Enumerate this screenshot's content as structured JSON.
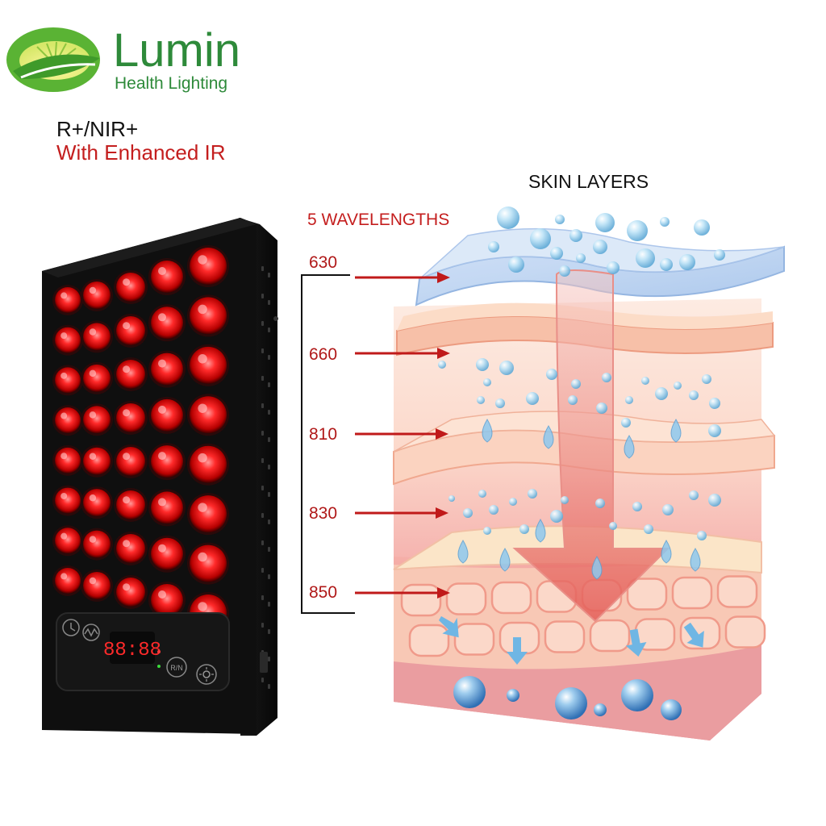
{
  "brand": {
    "name": "Lumin",
    "tagline": "Health Lighting",
    "logo_icon": "sunrise-leaf-logo",
    "color": "#2e8a3a"
  },
  "model": {
    "name": "R+/NIR+",
    "subtitle": "With Enhanced IR",
    "subtitle_color": "#c41e1e"
  },
  "diagram": {
    "title": "SKIN LAYERS",
    "wavelength_heading": "5 WAVELENGTHS",
    "wavelengths": [
      "630",
      "660",
      "810",
      "830",
      "850"
    ],
    "accent_color": "#c41e1e"
  },
  "device": {
    "type": "red-light-therapy-panel",
    "led_rows": 8,
    "led_cols": 5,
    "display_value": "88:88",
    "controls": [
      "timer-icon",
      "pulse-icon",
      "mode-icon",
      "brightness-icon"
    ]
  }
}
